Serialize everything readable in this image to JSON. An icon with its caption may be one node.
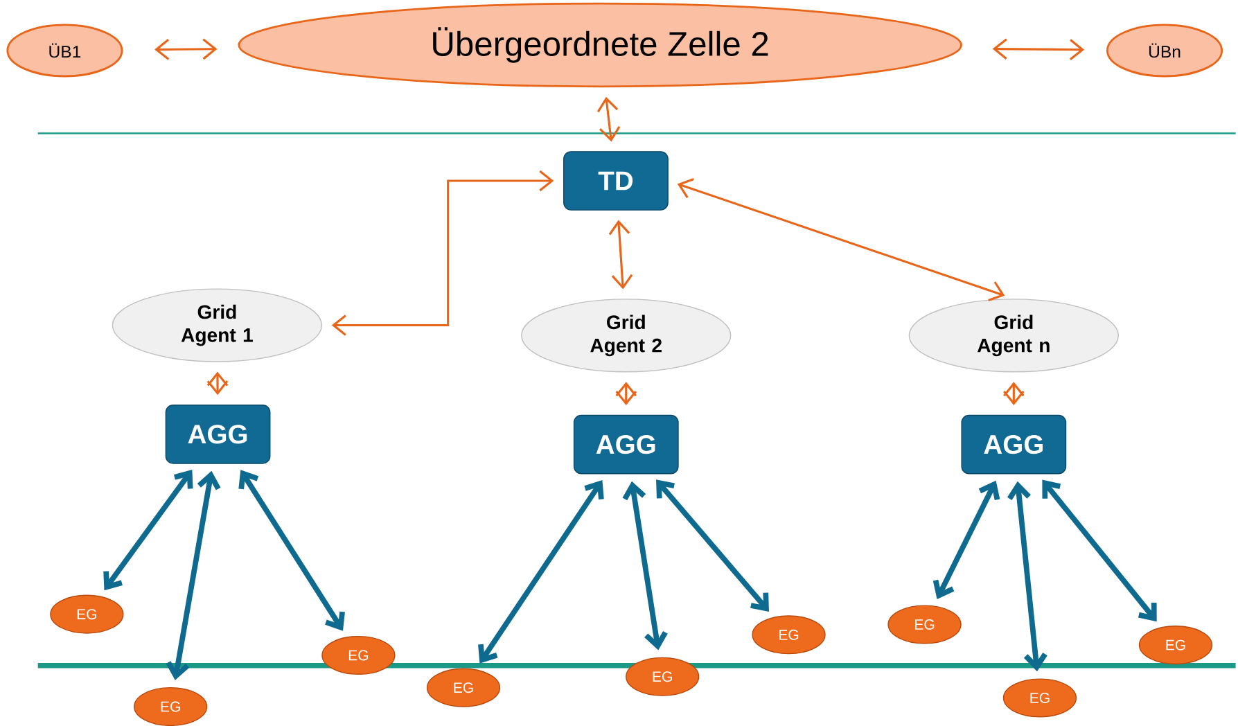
{
  "diagram": {
    "nodes": [
      {
        "text": [
          "ÜB1"
        ]
      },
      {
        "text": [
          "Übergeordnete Zelle 2"
        ]
      },
      {
        "text": [
          "ÜBn"
        ]
      },
      {
        "text": [
          "TD"
        ]
      },
      {
        "text": [
          "Grid Agent 1"
        ]
      },
      {
        "text": [
          "Grid Agent 2"
        ]
      },
      {
        "text": [
          "Grid Agent n"
        ]
      },
      {
        "text": [
          "AGG"
        ]
      },
      {
        "text": [
          "AGG"
        ]
      },
      {
        "text": [
          "AGG"
        ]
      },
      {
        "text": [
          "EG"
        ]
      },
      {
        "text": [
          "EG"
        ]
      },
      {
        "text": [
          "EG"
        ]
      },
      {
        "text": [
          "EG"
        ]
      },
      {
        "text": [
          "EG"
        ]
      },
      {
        "text": [
          "EG"
        ]
      },
      {
        "text": [
          "EG"
        ]
      },
      {
        "text": [
          "EG"
        ]
      },
      {
        "text": [
          "EG"
        ]
      }
    ],
    "edges": [
      {
        "from": 0,
        "to": 1,
        "arrow": "both"
      },
      {
        "from": 1,
        "to": 2,
        "arrow": "both"
      },
      {
        "from": 1,
        "to": 3,
        "arrow": "both"
      },
      {
        "from": 3,
        "to": 4,
        "arrow": "both"
      },
      {
        "from": 3,
        "to": 5,
        "arrow": "both"
      },
      {
        "from": 3,
        "to": 6,
        "arrow": "both"
      },
      {
        "from": 4,
        "to": 7,
        "arrow": "both"
      },
      {
        "from": 5,
        "to": 8,
        "arrow": "both"
      },
      {
        "from": 6,
        "to": 9,
        "arrow": "both"
      },
      {
        "from": 7,
        "to": 10,
        "arrow": "both",
        "style": "thick",
        "color": "#0e6b8f"
      },
      {
        "from": 7,
        "to": 11,
        "arrow": "both",
        "style": "thick",
        "color": "#0e6b8f"
      },
      {
        "from": 7,
        "to": 12,
        "arrow": "both",
        "style": "thick",
        "color": "#0e6b8f"
      },
      {
        "from": 8,
        "to": 13,
        "arrow": "both",
        "style": "thick",
        "color": "#0e6b8f"
      },
      {
        "from": 8,
        "to": 14,
        "arrow": "both",
        "style": "thick",
        "color": "#0e6b8f"
      },
      {
        "from": 8,
        "to": 15,
        "arrow": "both",
        "style": "thick",
        "color": "#0e6b8f"
      },
      {
        "from": 9,
        "to": 16,
        "arrow": "both",
        "style": "thick",
        "color": "#0e6b8f"
      },
      {
        "from": 9,
        "to": 17,
        "arrow": "both",
        "style": "thick",
        "color": "#0e6b8f"
      },
      {
        "from": 9,
        "to": 18,
        "arrow": "both",
        "style": "thick",
        "color": "#0e6b8f"
      }
    ]
  }
}
